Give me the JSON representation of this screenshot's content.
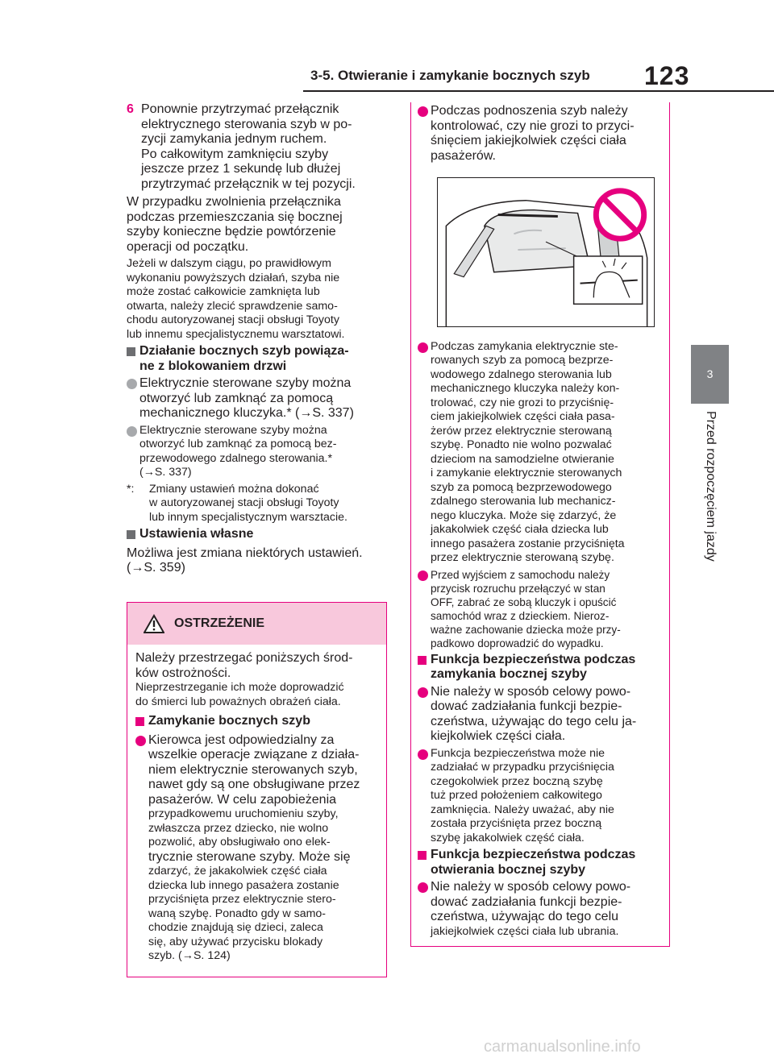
{
  "header": {
    "section_title": "3-5. Otwieranie i zamykanie bocznych szyb",
    "page_number": "123"
  },
  "side_tab": {
    "chapter_number": "3",
    "chapter_title": "Przed rozpoczęciem jazdy"
  },
  "left_column": {
    "step6_number": "6",
    "step6_lines": [
      "Ponownie przytrzymać przełącznik",
      "elektrycznego sterowania szyb w po-",
      "zycji zamykania jednym ruchem.",
      "Po całkowitym zamknięciu szyby",
      "jeszcze przez 1 sekundę lub dłużej",
      "przytrzymać przełącznik w tej pozycji."
    ],
    "para1_lines": [
      "W przypadku zwolnienia przełącznika",
      "podczas przemieszczania się bocznej",
      "szyby konieczne będzie powtórzenie",
      "operacji od początku."
    ],
    "para2_lines": [
      "Jeżeli w dalszym ciągu, po prawidłowym",
      "wykonaniu powyższych działań, szyba nie",
      "może zostać całkowicie zamknięta lub",
      "otwarta, należy zlecić sprawdzenie samo-",
      "chodu autoryzowanej stacji obsługi Toyoty",
      "lub innemu specjalistycznemu warsztatowi."
    ],
    "heading1_lines": [
      "Działanie bocznych szyb powiąza-",
      "ne z blokowaniem drzwi"
    ],
    "bullet1_lines": [
      "Elektrycznie sterowane szyby można",
      "otworzyć lub zamknąć za pomocą",
      "mechanicznego kluczyka.* (→S. 337)"
    ],
    "bullet2_lines": [
      "Elektrycznie sterowane szyby można",
      "otworzyć lub zamknąć za pomocą bez-",
      "przewodowego zdalnego sterowania.*",
      "(→S. 337)"
    ],
    "footnote_mark": "*:",
    "footnote_lines": [
      "Zmiany ustawień można dokonać",
      "w autoryzowanej stacji obsługi Toyoty",
      "lub innym specjalistycznym warsztacie."
    ],
    "heading2": "Ustawienia własne",
    "para3_lines": [
      "Możliwa jest zmiana niektórych ustawień.",
      "(→S. 359)"
    ]
  },
  "warning": {
    "title": "OSTRZEŻENIE",
    "intro_lines": [
      "Należy przestrzegać poniższych środ-",
      "ków ostrożności."
    ],
    "intro_small_lines": [
      "Nieprzestrzeganie ich może doprowadzić",
      "do śmierci lub poważnych obrażeń ciała."
    ],
    "heading": "Zamykanie bocznych szyb",
    "bullet_lines": [
      "Kierowca jest odpowiedzialny za",
      "wszelkie operacje związane z działa-",
      "niem elektrycznie sterowanych szyb,",
      "nawet gdy są one obsługiwane przez",
      "pasażerów. W celu zapobieżenia",
      "przypadkowemu uruchomieniu szyby,",
      "zwłaszcza przez dziecko, nie wolno",
      "pozwolić, aby obsługiwało ono elek-",
      "trycznie sterowane szyby. Może się",
      "zdarzyć, że jakakolwiek część ciała",
      "dziecka lub innego pasażera zostanie",
      "przyciśnięta przez elektrycznie stero-",
      "waną szybę. Ponadto gdy w samo-",
      "chodzie znajdują się dzieci, zaleca",
      "się, aby używać przycisku blokady",
      "szyb. (→S. 124)"
    ]
  },
  "right_column": {
    "bullet1_lines": [
      "Podczas podnoszenia szyb należy",
      "kontrolować, czy nie grozi to przyci-",
      "śnięciem jakiejkolwiek części ciała",
      "pasażerów."
    ],
    "bullet2_lines": [
      "Podczas zamykania elektrycznie ste-",
      "rowanych szyb za pomocą bezprze-",
      "wodowego zdalnego sterowania lub",
      "mechanicznego kluczyka należy kon-",
      "trolować, czy nie grozi to przyciśnię-",
      "ciem jakiejkolwiek części ciała pasa-",
      "żerów przez elektrycznie sterowaną",
      "szybę. Ponadto nie wolno pozwalać",
      "dzieciom na samodzielne otwieranie",
      "i zamykanie elektrycznie sterowanych",
      "szyb za pomocą bezprzewodowego",
      "zdalnego sterowania lub mechanicz-",
      "nego kluczyka. Może się zdarzyć, że",
      "jakakolwiek część ciała dziecka lub",
      "innego pasażera zostanie przyciśnięta",
      "przez elektrycznie sterowaną szybę."
    ],
    "bullet3_lines": [
      "Przed wyjściem z samochodu należy",
      "przycisk rozruchu przełączyć w stan",
      "OFF, zabrać ze sobą kluczyk i opuścić",
      "samochód wraz z dzieckiem. Nieroz-",
      "ważne zachowanie dziecka może przy-",
      "padkowo doprowadzić do wypadku."
    ],
    "heading1_lines": [
      "Funkcja bezpieczeństwa podczas",
      "zamykania bocznej szyby"
    ],
    "bullet4_lines": [
      "Nie należy w sposób celowy powo-",
      "dować zadziałania funkcji bezpie-",
      "czeństwa, używając do tego celu ja-",
      "kiejkolwiek części ciała."
    ],
    "bullet5_lines": [
      "Funkcja bezpieczeństwa może nie",
      "zadziałać w przypadku przyciśnięcia",
      "czegokolwiek przez boczną szybę",
      "tuż przed położeniem całkowitego",
      "zamknięcia. Należy uważać, aby nie",
      "została przyciśnięta przez boczną",
      "szybę jakakolwiek część ciała."
    ],
    "heading2_lines": [
      "Funkcja bezpieczeństwa podczas",
      "otwierania bocznej szyby"
    ],
    "bullet6_lines": [
      "Nie należy w sposób celowy powo-",
      "dować zadziałania funkcji bezpie-",
      "czeństwa, używając do tego celu",
      "jakiejkolwiek części ciała lub ubrania."
    ]
  },
  "watermark": "carmanualsonline.info",
  "colors": {
    "accent_pink": "#e6007e",
    "warning_header_bg": "#f8c8dc",
    "tab_grey": "#808285",
    "bullet_grey": "#a7a9ac"
  }
}
